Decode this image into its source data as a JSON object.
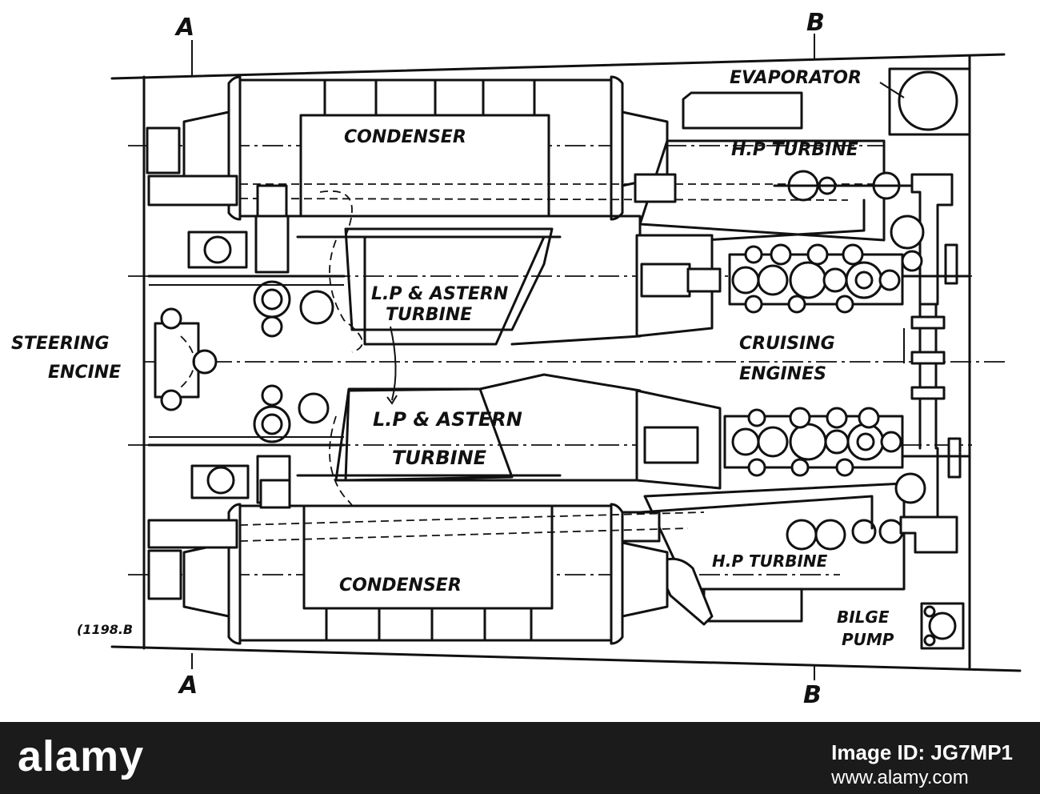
{
  "labels": {
    "section_a_top": "A",
    "section_b_top": "B",
    "section_a_bottom": "A",
    "section_b_bottom": "B",
    "evaporator": "EVAPORATOR",
    "condenser_top": "CONDENSER",
    "hp_turbine_top": "H.P TURBINE",
    "lp_astern_top_line1": "L.P & ASTERN",
    "lp_astern_top_line2": "TURBINE",
    "steering_line1": "STEERING",
    "steering_line2": "ENCINE",
    "cruising_line1": "CRUISING",
    "cruising_line2": "ENGINES",
    "lp_astern_bottom_line1": "L.P & ASTERN",
    "lp_astern_bottom_line2": "TURBINE",
    "condenser_bottom": "CONDENSER",
    "hp_turbine_bottom": "H.P TURBINE",
    "bilge_line1": "BILGE",
    "bilge_line2": "PUMP",
    "figure_number": "(1198.B"
  },
  "footer": {
    "brand": "alamy",
    "image_id_label": "Image ID: JG7MP1",
    "url": "www.alamy.com"
  },
  "colors": {
    "ink": "#111111",
    "paper": "#ffffff",
    "footer_bg": "#1b1b1b"
  }
}
